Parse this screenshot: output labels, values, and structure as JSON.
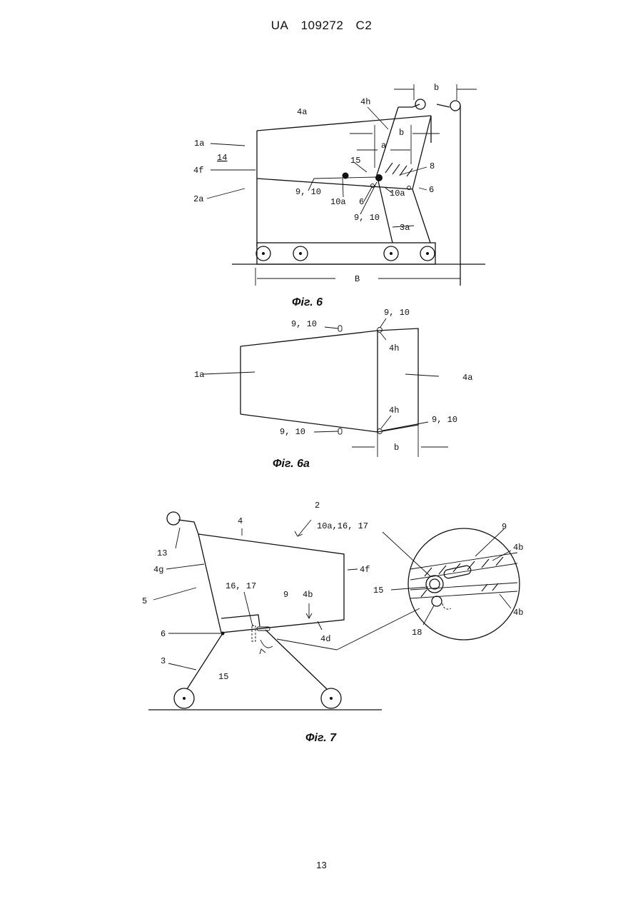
{
  "header": {
    "country": "UA",
    "number": "109272",
    "kind": "C2"
  },
  "page_number": "13",
  "fig6": {
    "caption": "Фіг. 6",
    "labels": {
      "l_1a": "1a",
      "l_14": "14",
      "l_4f": "4f",
      "l_2a": "2a",
      "l_4a": "4a",
      "l_4h": "4h",
      "l_b_top": "b",
      "l_b_mid": "b",
      "l_a": "a",
      "l_15": "15",
      "l_8": "8",
      "l_910_left": "9, 10",
      "l_10a_left": "10a",
      "l_6_mid": "6",
      "l_10a_right": "10a",
      "l_6_right": "6",
      "l_910_bottom": "9, 10",
      "l_3a": "3a",
      "l_B": "B"
    }
  },
  "fig6a": {
    "caption": "Фіг. 6a",
    "labels": {
      "l_910_tl": "9, 10",
      "l_910_tr": "9, 10",
      "l_4h_top": "4h",
      "l_1a": "1a",
      "l_4a": "4a",
      "l_4h_bot": "4h",
      "l_910_br": "9, 10",
      "l_910_bl": "9, 10",
      "l_b": "b"
    }
  },
  "fig7": {
    "caption": "Фіг. 7",
    "labels": {
      "l_2": "2",
      "l_4": "4",
      "l_10a1617": "10a,16, 17",
      "l_9_right": "9",
      "l_4b_top": "4b",
      "l_13": "13",
      "l_4g": "4g",
      "l_4f": "4f",
      "l_5": "5",
      "l_1617": "16, 17",
      "l_9_mid": "9",
      "l_4b_mid": "4b",
      "l_15_detail": "15",
      "l_4b_detail": "4b",
      "l_6": "6",
      "l_4d": "4d",
      "l_18": "18",
      "l_3": "3",
      "l_15_low": "15"
    }
  }
}
